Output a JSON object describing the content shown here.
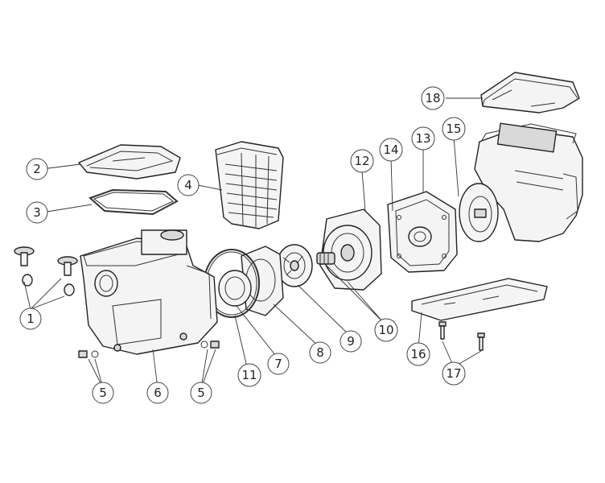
{
  "diagram": {
    "callouts": [
      "1",
      "2",
      "3",
      "4",
      "5",
      "5",
      "6",
      "7",
      "8",
      "9",
      "10",
      "11",
      "12",
      "13",
      "14",
      "15",
      "16",
      "17",
      "18"
    ]
  }
}
